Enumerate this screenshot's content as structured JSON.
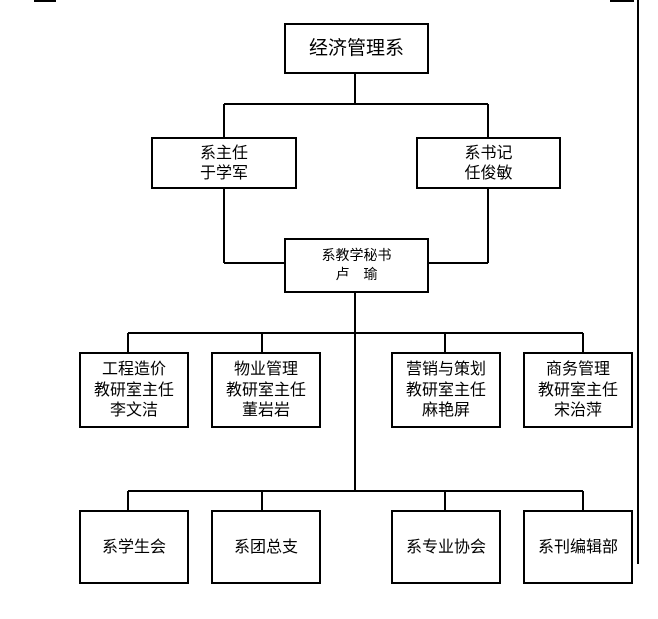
{
  "org": {
    "department": "经济管理系",
    "director": {
      "title": "系主任",
      "name": "于学军"
    },
    "party_secretary": {
      "title": "系书记",
      "name": "任俊敏"
    },
    "academic_secretary": {
      "title": "系教学秘书",
      "name": "卢　瑜"
    },
    "offices": [
      {
        "line1": "工程造价",
        "line2": "教研室主任",
        "name": "李文洁"
      },
      {
        "line1": "物业管理",
        "line2": "教研室主任",
        "name": "董岩岩"
      },
      {
        "line1": "营销与策划",
        "line2": "教研室主任",
        "name": "麻艳屏"
      },
      {
        "line1": "商务管理",
        "line2": "教研室主任",
        "name": "宋治萍"
      }
    ],
    "organizations": [
      {
        "label": "系学生会"
      },
      {
        "label": "系团总支"
      },
      {
        "label": "系专业协会"
      },
      {
        "label": "系刊编辑部"
      }
    ]
  }
}
